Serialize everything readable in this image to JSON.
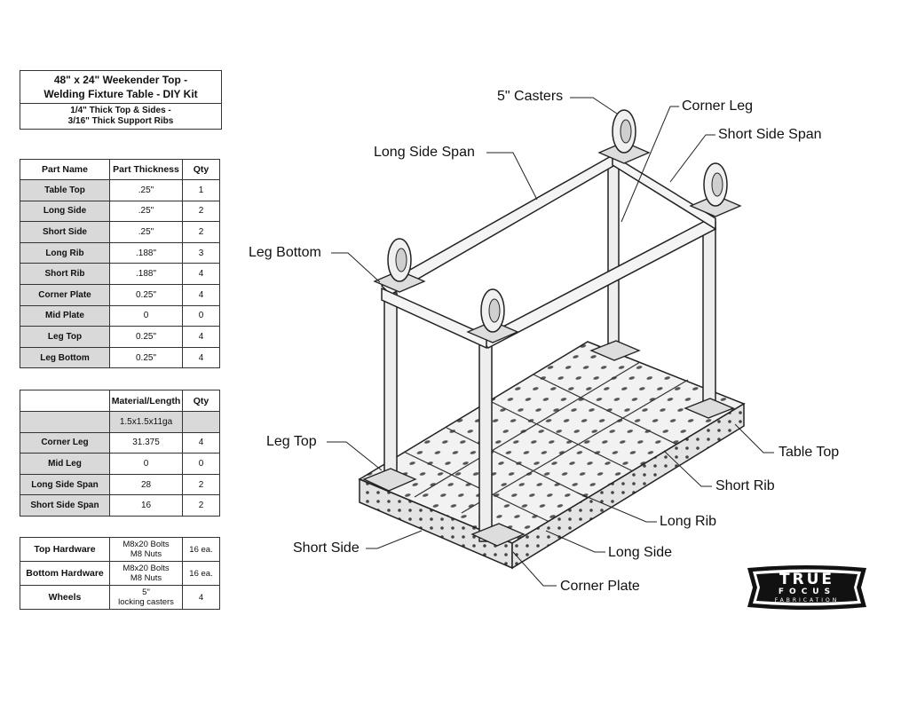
{
  "title": {
    "line1": "48\" x 24\" Weekender Top -",
    "line2": "Welding Fixture Table - DIY Kit",
    "sub1": "1/4\" Thick Top & Sides -",
    "sub2": "3/16\" Thick Support Ribs"
  },
  "parts_table": {
    "headers": [
      "Part Name",
      "Part Thickness",
      "Qty"
    ],
    "rows": [
      {
        "name": "Table Top",
        "thickness": ".25\"",
        "qty": "1"
      },
      {
        "name": "Long Side",
        "thickness": ".25\"",
        "qty": "2"
      },
      {
        "name": "Short Side",
        "thickness": ".25\"",
        "qty": "2"
      },
      {
        "name": "Long Rib",
        "thickness": ".188\"",
        "qty": "3"
      },
      {
        "name": "Short Rib",
        "thickness": ".188\"",
        "qty": "4"
      },
      {
        "name": "Corner Plate",
        "thickness": "0.25\"",
        "qty": "4"
      },
      {
        "name": "Mid Plate",
        "thickness": "0",
        "qty": "0"
      },
      {
        "name": "Leg Top",
        "thickness": "0.25\"",
        "qty": "4"
      },
      {
        "name": "Leg Bottom",
        "thickness": "0.25\"",
        "qty": "4"
      }
    ]
  },
  "tube_table": {
    "headers": [
      "",
      "Material/Length",
      "Qty"
    ],
    "material": "1.5x1.5x11ga",
    "rows": [
      {
        "name": "Corner Leg",
        "length": "31.375",
        "qty": "4"
      },
      {
        "name": "Mid Leg",
        "length": "0",
        "qty": "0"
      },
      {
        "name": "Long Side Span",
        "length": "28",
        "qty": "2"
      },
      {
        "name": "Short Side Span",
        "length": "16",
        "qty": "2"
      }
    ]
  },
  "hardware_table": {
    "rows": [
      {
        "name": "Top Hardware",
        "spec1": "M8x20 Bolts",
        "spec2": "M8 Nuts",
        "qty": "16 ea."
      },
      {
        "name": "Bottom Hardware",
        "spec1": "M8x20 Bolts",
        "spec2": "M8 Nuts",
        "qty": "16 ea."
      },
      {
        "name": "Wheels",
        "spec1": "5\"",
        "spec2": "locking casters",
        "qty": "4"
      }
    ]
  },
  "callouts": {
    "casters": "5\" Casters",
    "corner_leg": "Corner Leg",
    "short_side_span": "Short Side Span",
    "long_side_span": "Long Side Span",
    "leg_bottom": "Leg Bottom",
    "leg_top": "Leg Top",
    "table_top": "Table Top",
    "short_rib": "Short Rib",
    "long_rib": "Long Rib",
    "long_side": "Long Side",
    "short_side": "Short Side",
    "corner_plate": "Corner Plate"
  },
  "logo": {
    "line1": "TRUE",
    "line2": "FOCUS",
    "line3": "FABRICATION"
  }
}
